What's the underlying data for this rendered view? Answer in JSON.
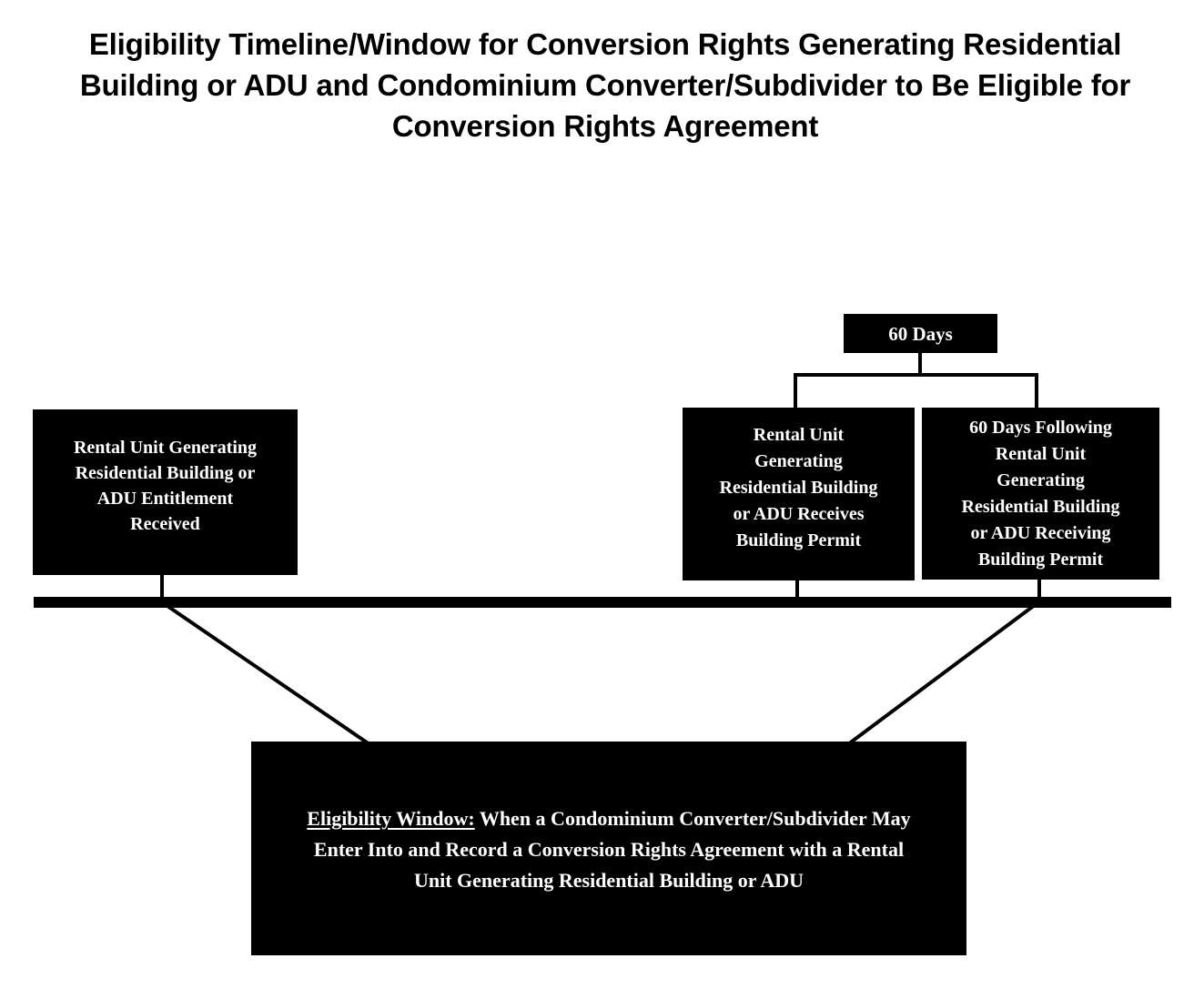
{
  "document": {
    "title": "Eligibility Timeline/Window for Conversion Rights Generating Residential Building or ADU and Condominium Converter/Subdivider to Be Eligible for Conversion Rights Agreement"
  },
  "colors": {
    "background": "#ffffff",
    "box_fill": "#000000",
    "box_text": "#ffffff",
    "title_text": "#000000",
    "line": "#000000"
  },
  "diagram": {
    "type": "timeline",
    "title": "Eligibility Timeline/Window for Conversion Rights Generating Residential Building or ADU and Condominium Converter/Subdivider to Be Eligible for Conversion Rights Agreement",
    "duration_label": "60 Days",
    "nodes": [
      {
        "id": "sixty-days",
        "label": "60 Days",
        "role": "duration-bracket-label"
      },
      {
        "id": "entitlement-received",
        "label": "Rental Unit Generating\nResidential Building  or\nADU Entitlement\nReceived",
        "role": "timeline-event-start"
      },
      {
        "id": "building-permit-received",
        "label": "Rental Unit\nGenerating\nResidential Building\nor ADU Receives\nBuilding Permit",
        "role": "timeline-event-middle"
      },
      {
        "id": "sixty-days-following-permit",
        "label": "60 Days Following\nRental Unit\nGenerating\nResidential Building\nor ADU Receiving\nBuilding Permit",
        "role": "timeline-event-end"
      }
    ],
    "eligibility_window": {
      "heading": "Eligibility Window:",
      "line1_rest": "  When a Condominium Converter/Subdivider May",
      "line2": "Enter Into and Record a Conversion Rights Agreement with a Rental",
      "line3": "Unit Generating Residential Building or ADU",
      "full_text": "Eligibility Window:  When a Condominium Converter/Subdivider May Enter Into and Record a Conversion Rights Agreement with a Rental Unit Generating Residential Building or ADU"
    }
  }
}
